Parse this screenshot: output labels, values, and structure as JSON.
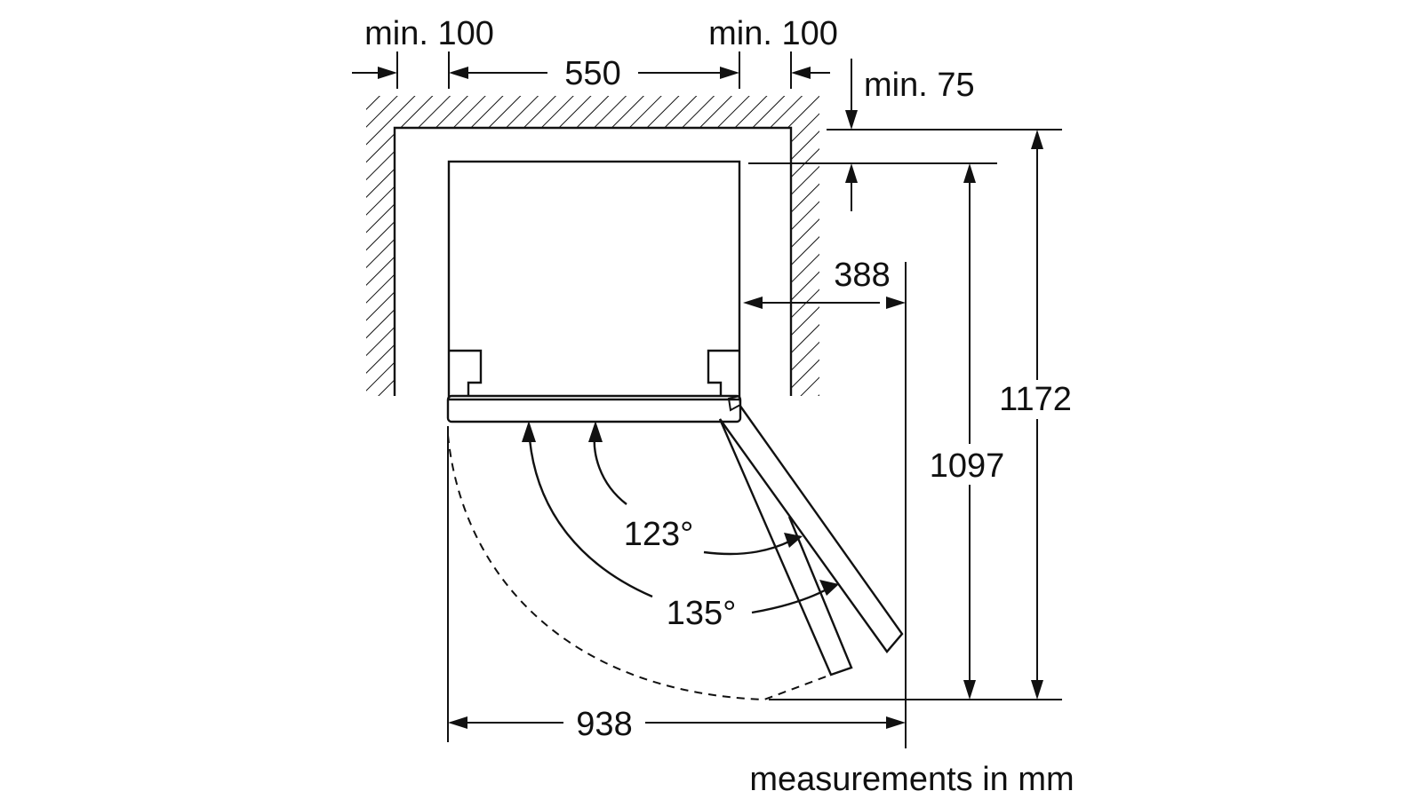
{
  "labels": {
    "left_clearance": "min. 100",
    "right_clearance": "min. 100",
    "width": "550",
    "back_clearance": "min. 75",
    "door_opening_side": "388",
    "depth_with_wall": "1172",
    "depth": "1097",
    "angle_small": "123°",
    "angle_large": "135°",
    "total_width_door_open": "938",
    "unit_note": "measurements in mm"
  }
}
